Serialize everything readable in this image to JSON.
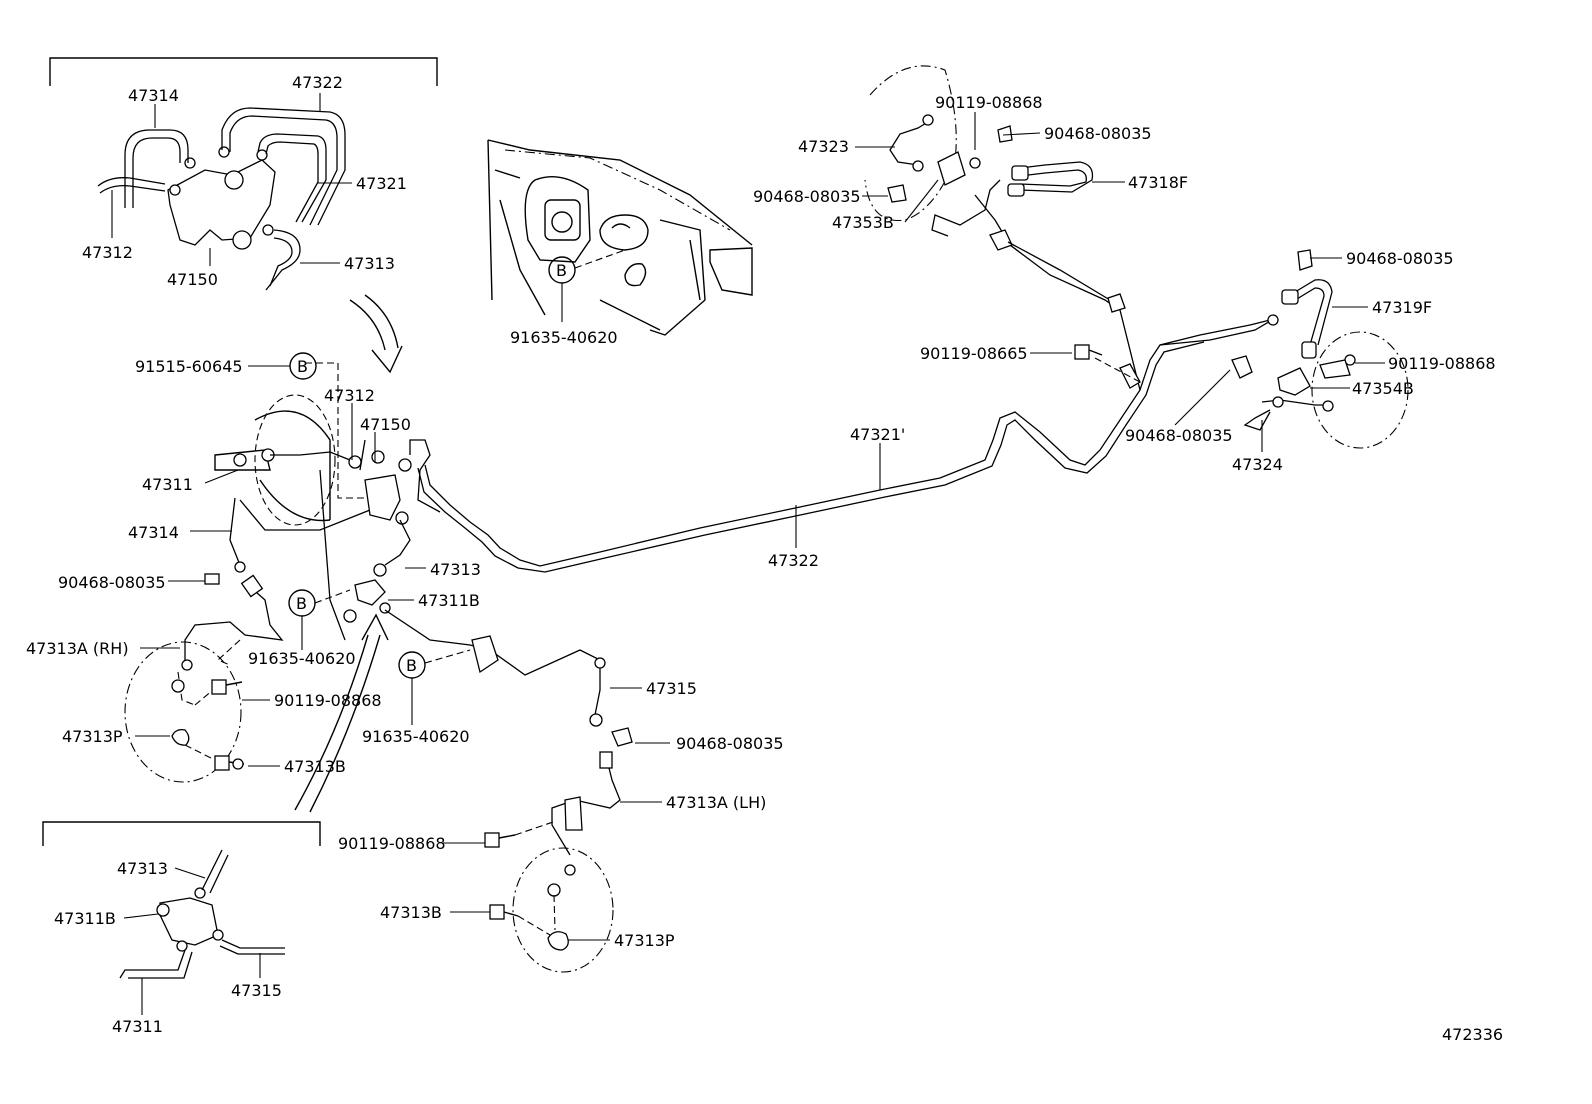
{
  "diagram_id": "472336",
  "callouts": {
    "ref_b": "B",
    "top_47314": "47314",
    "top_47322": "47322",
    "top_47321": "47321",
    "top_47312": "47312",
    "top_47150": "47150",
    "top_47313": "47313",
    "panel_91635": "91635-40620",
    "main_91515": "91515-60645",
    "main_47312": "47312",
    "main_47150": "47150",
    "main_47311": "47311",
    "main_47314": "47314",
    "main_90468": "90468-08035",
    "main_47313": "47313",
    "main_47311B": "47311B",
    "main_91635a": "91635-40620",
    "main_47313A_RH": "47313A (RH)",
    "main_90119a": "90119-08868",
    "main_47313P_left": "47313P",
    "main_47313B_left": "47313B",
    "main_91635b": "91635-40620",
    "main_47315": "47315",
    "main_90468b": "90468-08035",
    "main_47313A_LH": "47313A (LH)",
    "main_90119b": "90119-08868",
    "main_47313B_low": "47313B",
    "main_47313P_low": "47313P",
    "inset_47313": "47313",
    "inset_47311B": "47311B",
    "inset_47315": "47315",
    "inset_47311": "47311",
    "mid_47321p": "47321'",
    "mid_47322": "47322",
    "rt_90119_08868": "90119-08868",
    "rt_90468_a": "90468-08035",
    "rt_47323": "47323",
    "rt_90468_b": "90468-08035",
    "rt_47318F": "47318F",
    "rt_47353B": "47353B",
    "rt_90468_c": "90468-08035",
    "rt_47319F": "47319F",
    "rt_90119_08665": "90119-08665",
    "rt_90119_08868b": "90119-08868",
    "rt_47354B": "47354B",
    "rt_90468_d": "90468-08035",
    "rt_47324": "47324"
  }
}
